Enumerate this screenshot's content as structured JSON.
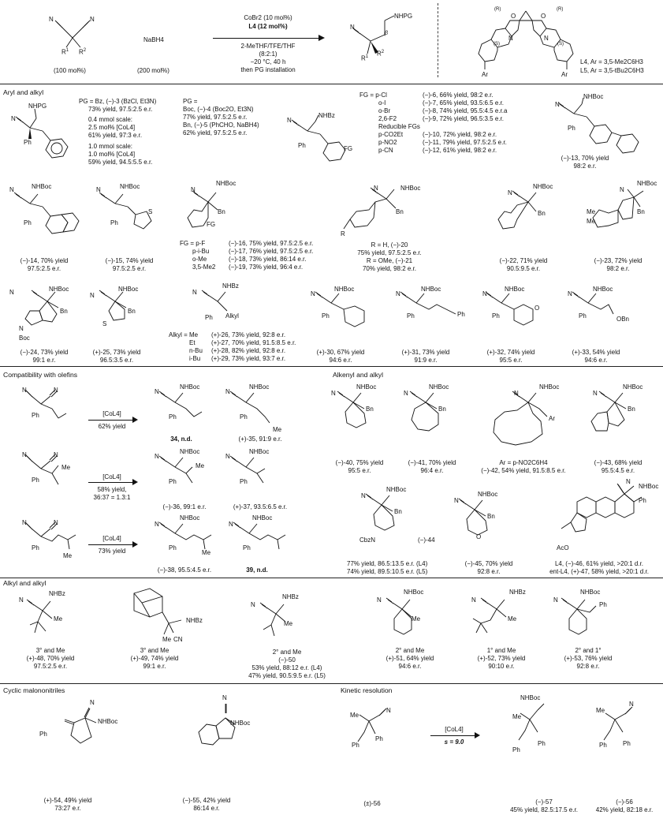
{
  "header": {
    "reagent_1": "(100 mol%)",
    "reagent_2_name": "NaBH4",
    "reagent_2": "(200 mol%)",
    "cond_1": "CoBr2 (10 mol%)",
    "cond_2": "L4 (12 mol%)",
    "cond_3": "2-MeTHF/TFE/THF",
    "cond_4": "(8:2:1)",
    "cond_5": "−20 °C, 40 h",
    "cond_6": "then PG installation",
    "ligand_l4": "L4,   Ar = 3,5-Me2C6H3",
    "ligand_l5": "L5,   Ar = 3,5-tBu2C6H3"
  },
  "sections": {
    "aryl_alkyl": "Aryl and alkyl",
    "olefins": "Compatibility with olefins",
    "alkenyl_alkyl": "Alkenyl and alkyl",
    "alkyl_alkyl": "Alkyl and alkyl",
    "cyclic": "Cyclic malononitriles",
    "kinetic": "Kinetic resolution"
  },
  "row1": {
    "pg_lines": [
      "PG = Bz, (−)-3 (BzCl, Et3N)",
      "73% yield, 97.5:2.5 e.r.",
      "0.4 mmol scale:",
      "2.5 mol% [CoL4]",
      "61% yield, 97:3 e.r.",
      "1.0 mmol scale:",
      "1.0 mol% [CoL4]",
      "59% yield, 94.5:5.5 e.r."
    ],
    "pg2_lines": [
      "PG =",
      "Boc, (−)-4 (Boc2O, Et3N)",
      "77% yield, 97.5:2.5 e.r.",
      "Bn, (−)-5 (PhCHO, NaBH4)",
      "62% yield, 97.5:2.5 e.r."
    ],
    "fg_lines": [
      "FG = p-Cl",
      "o-I",
      "o-Br",
      "2,6-F2",
      "Reducible FGs",
      "p-CO2Et",
      "p-NO2",
      "p-CN"
    ],
    "fg_results": [
      "(−)-6, 66% yield, 98:2 e.r.",
      "(−)-7, 65% yield, 93.5:6.5 e.r.",
      "(−)-8, 74% yield, 95.5:4.5 e.r.a",
      "(−)-9, 72% yield, 96.5:3.5 e.r.",
      "",
      "(−)-10, 72% yield, 98:2 e.r.",
      "(−)-11, 79% yield, 97.5:2.5 e.r.",
      "(−)-12, 61% yield, 98:2 e.r."
    ],
    "c13": [
      "(−)-13, 70% yield",
      "98:2 e.r."
    ]
  },
  "row2": {
    "c14": [
      "(−)-14, 70% yield",
      "97.5:2.5 e.r."
    ],
    "c15": [
      "(−)-15, 74% yield",
      "97.5:2.5 e.r."
    ],
    "fg2_labels": [
      "FG = p-F",
      "p-i-Bu",
      "o-Me",
      "3,5-Me2"
    ],
    "fg2_results": [
      "(−)-16, 75% yield, 97.5:2.5 e.r.",
      "(−)-17, 76% yield, 97.5:2.5 e.r.",
      "(−)-18, 73% yield, 86:14 e.r.",
      "(−)-19, 73% yield, 96:4 e.r."
    ],
    "c20": [
      "R = H, (−)-20",
      "75% yield, 97.5:2.5 e.r.",
      "R = OMe, (−)-21",
      "70% yield, 98:2 e.r."
    ],
    "c22": [
      "(−)-22, 71% yield",
      "90.5:9.5 e.r."
    ],
    "c23": [
      "(−)-23, 72% yield",
      "98:2 e.r."
    ]
  },
  "row3": {
    "c24": [
      "(−)-24, 73% yield",
      "99:1 e.r."
    ],
    "c25": [
      "(+)-25, 73% yield",
      "96.5:3.5 e.r."
    ],
    "alkyl_labels": [
      "Alkyl = Me",
      "Et",
      "n-Bu",
      "i-Bu"
    ],
    "alkyl_results": [
      "(+)-26, 73% yield, 92:8 e.r.",
      "(+)-27, 70% yield, 91.5:8.5 e.r.",
      "(+)-28, 82% yield, 92:8 e.r.",
      "(+)-29, 73% yield, 93:7 e.r."
    ],
    "c30": [
      "(+)-30, 67% yield",
      "94:6 e.r."
    ],
    "c31": [
      "(+)-31, 73% yield",
      "91:9 e.r."
    ],
    "c32": [
      "(+)-32, 74% yield",
      "95:5 e.r."
    ],
    "c33": [
      "(+)-33, 54% yield",
      "94:6 e.r."
    ]
  },
  "olefins": {
    "arrow1": [
      "[CoL4]",
      "62% yield"
    ],
    "c34": "34, n.d.",
    "c35": "(+)-35, 91:9 e.r.",
    "arrow2": [
      "[CoL4]",
      "58% yield,",
      "36:37 = 1.3:1"
    ],
    "c36": "(−)-36, 99:1 e.r.",
    "c37": "(+)-37, 93.5:6.5 e.r.",
    "arrow3": [
      "[CoL4]",
      "73% yield"
    ],
    "c38": "(−)-38, 95.5:4.5 e.r.",
    "c39": "39, n.d."
  },
  "alkenyl": {
    "c40": [
      "(−)-40, 75% yield",
      "95:5 e.r."
    ],
    "c41": [
      "(−)-41, 70% yield",
      "96:4 e.r."
    ],
    "c42": [
      "Ar = p-NO2C6H4",
      "(−)-42, 54% yield, 91.5:8.5 e.r."
    ],
    "c43": [
      "(−)-43, 68% yield",
      "95.5:4.5 e.r."
    ],
    "c44": [
      "(−)-44",
      "77% yield, 86.5:13.5 e.r. (L4)",
      "74% yield, 89.5:10.5 e.r. (L5)"
    ],
    "c45": [
      "(−)-45, 70% yield",
      "92:8 e.r."
    ],
    "c46": [
      "L4, (−)-46, 61% yield, >20:1 d.r.",
      "ent-L4, (+)-47, 58% yield, >20:1 d.r."
    ]
  },
  "alkyl": {
    "c48": [
      "3° and Me",
      "(+)-48, 70% yield",
      "97.5:2.5 e.r."
    ],
    "c49": [
      "3° and Me",
      "(+)-49, 74% yield",
      "99:1 e.r."
    ],
    "c50": [
      "2° and Me",
      "(−)-50",
      "53% yield, 88:12 e.r. (L4)",
      "47% yield, 90.5:9.5 e.r. (L5)"
    ],
    "c51": [
      "2° and Me",
      "(+)-51, 64% yield",
      "94:6 e.r."
    ],
    "c52": [
      "1° and Me",
      "(+)-52, 73% yield",
      "90:10 e.r."
    ],
    "c53": [
      "2° and 1°",
      "(+)-53, 76% yield",
      "92:8 e.r."
    ]
  },
  "cyclic": {
    "c54": [
      "(+)-54, 49% yield",
      "73:27 e.r."
    ],
    "c55": [
      "(−)-55, 42% yield",
      "86:14 e.r."
    ]
  },
  "kinetic": {
    "start": "(±)-56",
    "arrow": [
      "[CoL4]",
      "s = 9.0"
    ],
    "c57": [
      "(−)-57",
      "45% yield, 82.5:17.5 e.r."
    ],
    "c56": [
      "(−)-56",
      "42% yield, 82:18 e.r."
    ]
  }
}
